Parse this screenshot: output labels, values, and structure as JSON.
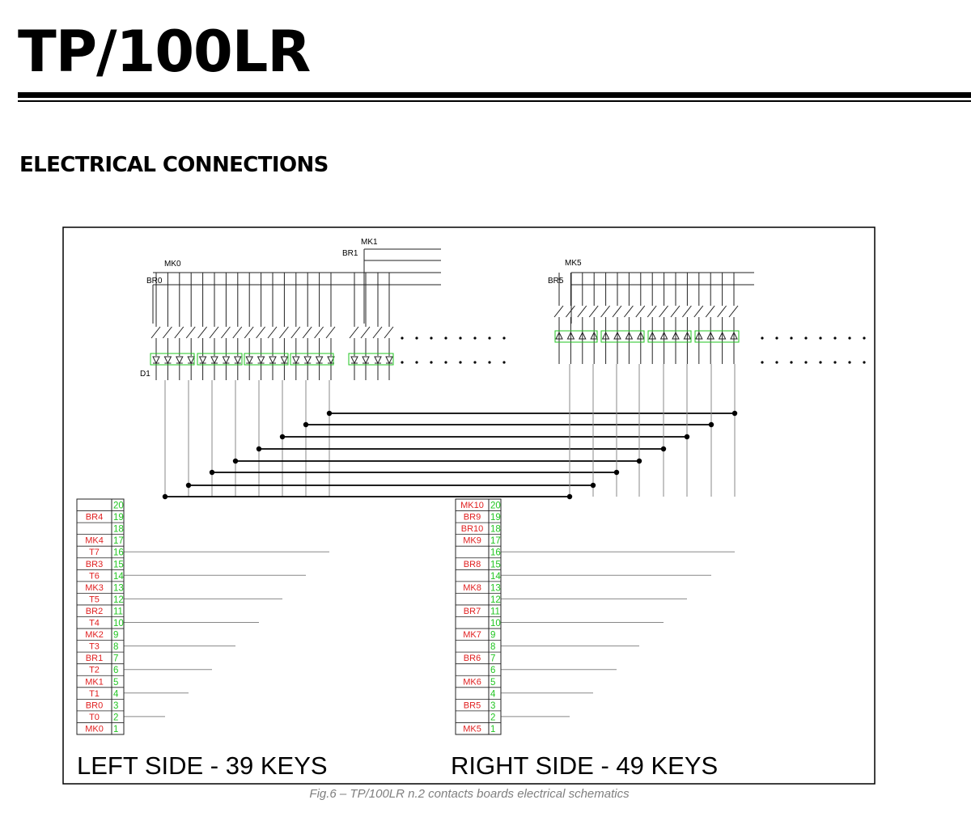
{
  "document": {
    "title": "TP/100LR",
    "section_heading": "ELECTRICAL CONNECTIONS",
    "caption": "Fig.6 – TP/100LR n.2 contacts boards electrical schematics"
  },
  "figure": {
    "label_color": "#e02020",
    "pin_color": "#22c522",
    "bus_labels": {
      "mk0": "MK0",
      "br0": "BR0",
      "mk1": "MK1",
      "br1": "BR1",
      "mk5": "MK5",
      "br5": "BR5",
      "d1": "D1"
    },
    "left_side": {
      "title": "LEFT SIDE - 39 KEYS",
      "pins": [
        "20",
        "19",
        "18",
        "17",
        "16",
        "15",
        "14",
        "13",
        "12",
        "11",
        "10",
        "9",
        "8",
        "7",
        "6",
        "5",
        "4",
        "3",
        "2",
        "1"
      ],
      "signals": [
        "",
        "BR4",
        "",
        "MK4",
        "T7",
        "BR3",
        "T6",
        "MK3",
        "T5",
        "BR2",
        "T4",
        "MK2",
        "T3",
        "BR1",
        "T2",
        "MK1",
        "T1",
        "BR0",
        "T0",
        "MK0"
      ]
    },
    "right_side": {
      "title": "RIGHT SIDE - 49 KEYS",
      "pins": [
        "20",
        "19",
        "18",
        "17",
        "16",
        "15",
        "14",
        "13",
        "12",
        "11",
        "10",
        "9",
        "8",
        "7",
        "6",
        "5",
        "4",
        "3",
        "2",
        "1"
      ],
      "signals": [
        "MK10",
        "BR9",
        "BR10",
        "MK9",
        "",
        "BR8",
        "",
        "MK8",
        "",
        "BR7",
        "",
        "MK7",
        "",
        "BR6",
        "",
        "MK6",
        "",
        "BR5",
        "",
        "MK5"
      ]
    }
  }
}
